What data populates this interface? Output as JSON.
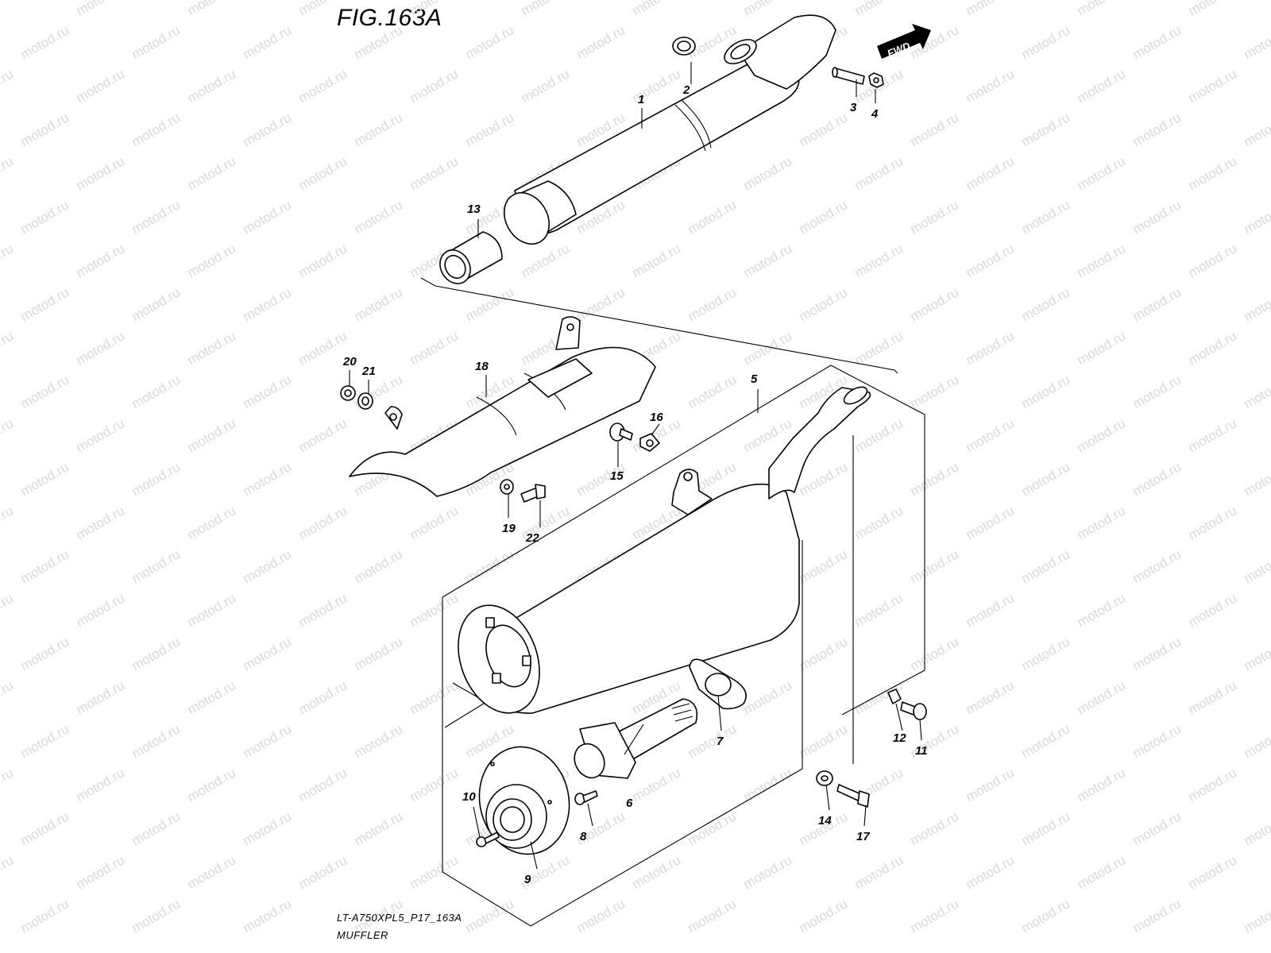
{
  "figure": {
    "title": "FIG.163A",
    "drawing_code": "LT-A750XPL5_P17_163A",
    "name": "MUFFLER",
    "direction_label": "FWD",
    "watermark": "motod.ru"
  },
  "callouts": [
    "1",
    "2",
    "3",
    "4",
    "5",
    "6",
    "7",
    "8",
    "9",
    "10",
    "11",
    "12",
    "13",
    "14",
    "15",
    "16",
    "17",
    "18",
    "19",
    "20",
    "21",
    "22"
  ]
}
